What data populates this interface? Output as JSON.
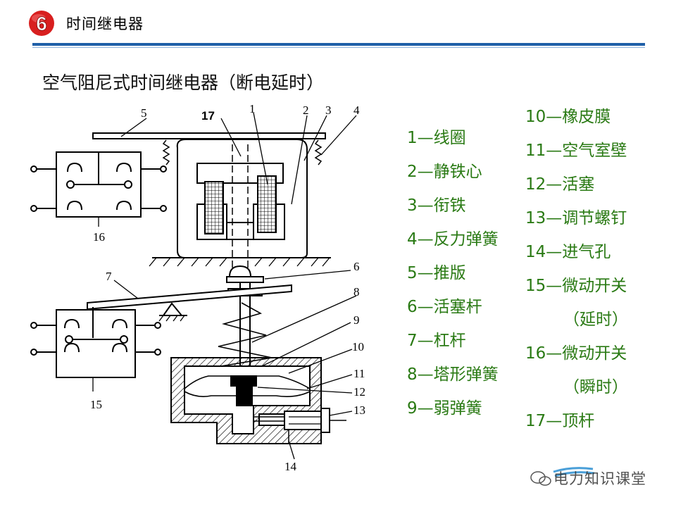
{
  "header": {
    "badge_number": "6",
    "title": "时间继电器",
    "rule_color": "#1f5fa8",
    "badge_color": "#d81f1f"
  },
  "slide_title": "空气阻尼式时间继电器（断电延时）",
  "diagram": {
    "callouts": {
      "c1": "1",
      "c2": "2",
      "c3": "3",
      "c4": "4",
      "c5": "5",
      "c6": "6",
      "c7": "7",
      "c8": "8",
      "c9": "9",
      "c10": "10",
      "c11": "11",
      "c12": "12",
      "c13": "13",
      "c14": "14",
      "c15": "15",
      "c16": "16",
      "c17": "17"
    }
  },
  "legend": {
    "color": "#2a7a14",
    "left_column": [
      "1—线圈",
      "2—静铁心",
      "3—衔铁",
      "4—反力弹簧",
      "5—推版",
      "6—活塞杆",
      "7—杠杆",
      "8—塔形弹簧",
      "9—弱弹簧"
    ],
    "right_column": [
      "10—橡皮膜",
      "11—空气室壁",
      "12—活塞",
      "13—调节螺钉",
      "14—进气孔",
      "15—微动开关",
      "（延时）",
      "16—微动开关",
      "（瞬时）",
      "17—顶杆"
    ]
  },
  "watermark": {
    "text": "电力知识课堂",
    "icon": "wechat-logo-icon"
  }
}
